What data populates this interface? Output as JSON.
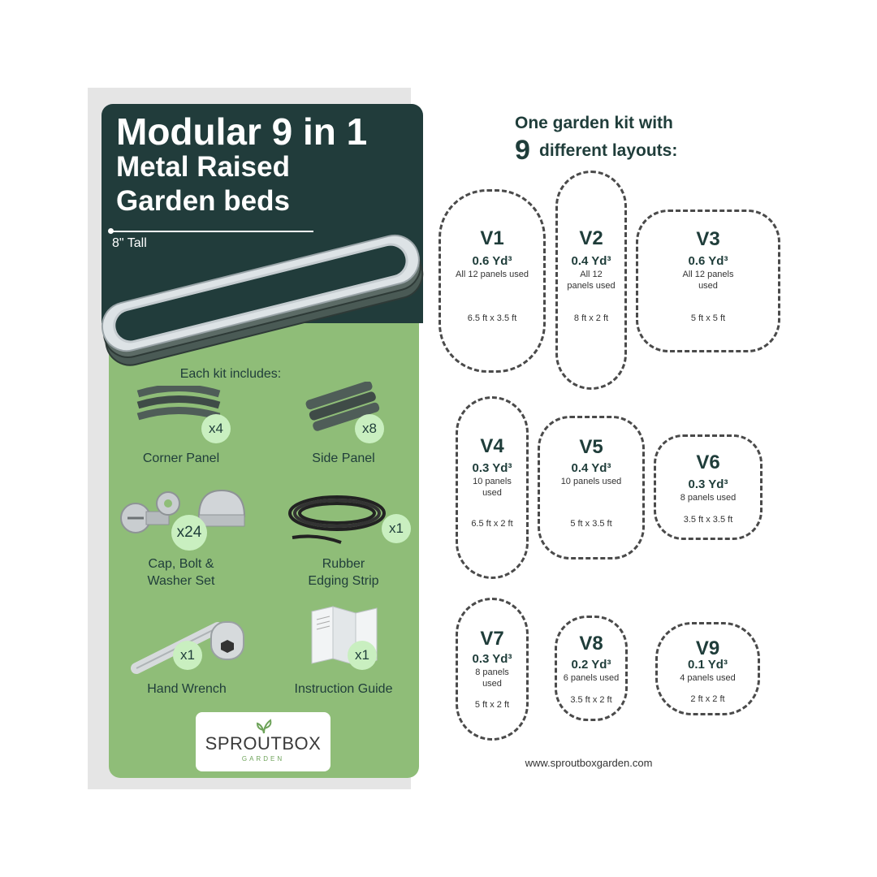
{
  "left_panel": {
    "title_line1": "Modular 9 in 1",
    "title_line2": "Metal Raised",
    "title_line3": "Garden beds",
    "height_label": "8\" Tall",
    "kit_heading": "Each kit includes:",
    "items": [
      {
        "label": "Corner Panel",
        "count": "x4"
      },
      {
        "label": "Side Panel",
        "count": "x8"
      },
      {
        "label_line1": "Cap, Bolt &",
        "label_line2": "Washer Set",
        "count": "x24"
      },
      {
        "label_line1": "Rubber",
        "label_line2": "Edging Strip",
        "count": "x1"
      },
      {
        "label": "Hand Wrench",
        "count": "x1"
      },
      {
        "label": "Instruction Guide",
        "count": "x1"
      }
    ],
    "logo_main": "SPROUTBOX",
    "logo_sub": "GARDEN"
  },
  "right_panel": {
    "heading_line1": "One garden kit with",
    "heading_number": "9",
    "heading_line2": "different layouts:",
    "layouts": [
      {
        "name": "V1",
        "volume": "0.6 Yd³",
        "panels": "All 12 panels used",
        "size": "6.5 ft x 3.5 ft"
      },
      {
        "name": "V2",
        "volume": "0.4 Yd³",
        "panels_line1": "All 12",
        "panels_line2": "panels used",
        "size": "8 ft x 2 ft"
      },
      {
        "name": "V3",
        "volume": "0.6 Yd³",
        "panels_line1": "All 12 panels",
        "panels_line2": "used",
        "size": "5 ft x 5 ft"
      },
      {
        "name": "V4",
        "volume": "0.3 Yd³",
        "panels_line1": "10 panels",
        "panels_line2": "used",
        "size": "6.5 ft x 2 ft"
      },
      {
        "name": "V5",
        "volume": "0.4 Yd³",
        "panels": "10 panels used",
        "size": "5 ft x 3.5 ft"
      },
      {
        "name": "V6",
        "volume": "0.3 Yd³",
        "panels": "8 panels used",
        "size": "3.5 ft x 3.5 ft"
      },
      {
        "name": "V7",
        "volume": "0.3 Yd³",
        "panels_line1": "8 panels",
        "panels_line2": "used",
        "size": "5 ft x 2 ft"
      },
      {
        "name": "V8",
        "volume": "0.2 Yd³",
        "panels": "6 panels used",
        "size": "3.5 ft x 2 ft"
      },
      {
        "name": "V9",
        "volume": "0.1 Yd³",
        "panels": "4 panels used",
        "size": "2 ft x 2 ft"
      }
    ],
    "website": "www.sproutboxgarden.com"
  },
  "colors": {
    "dark_green": "#213c3b",
    "light_green": "#8fbd78",
    "badge_green": "#c9efc0",
    "text": "#1f3d3a"
  }
}
